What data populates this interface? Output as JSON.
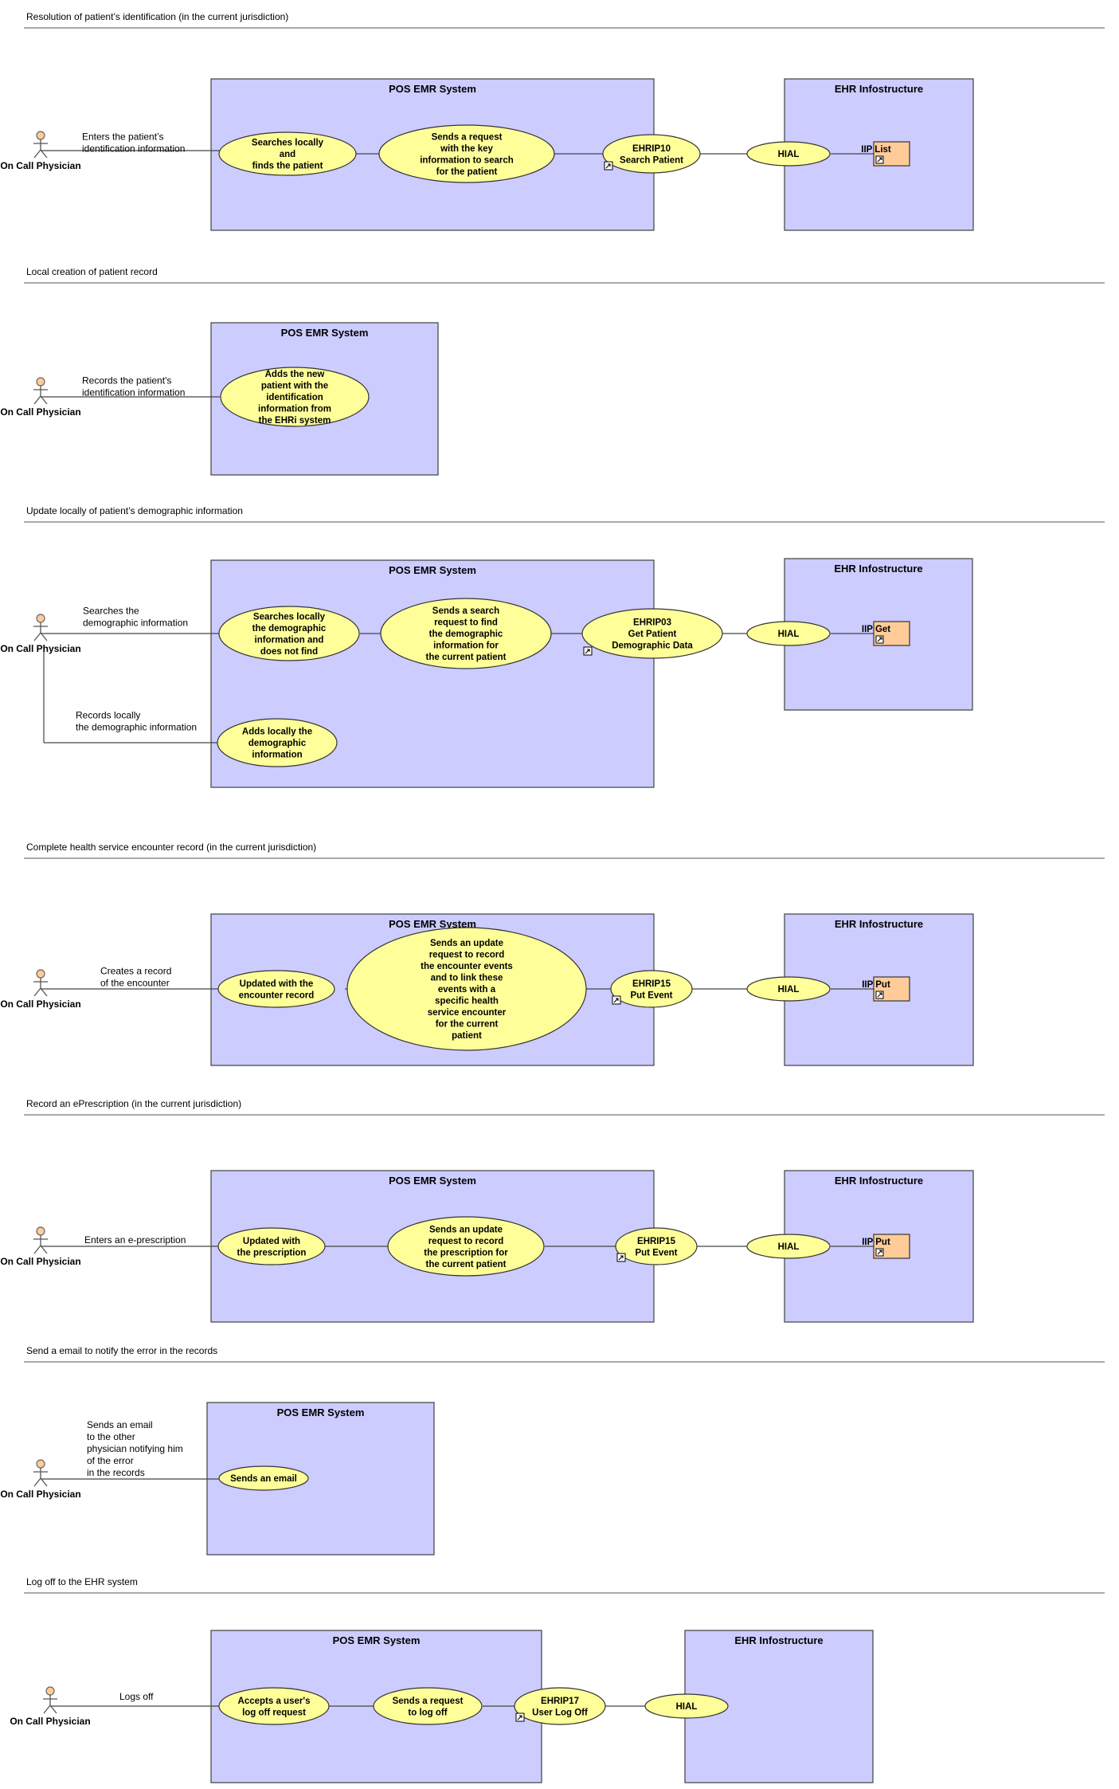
{
  "sections": [
    {
      "title": "Resolution of patient’s identification (in the current jurisdiction)",
      "actor": "On Call Physician",
      "interaction_label": [
        "Enters the patient’s",
        "identification  information"
      ],
      "pos_system": {
        "title": "POS EMR System",
        "use_cases": [
          [
            "Searches locally",
            "and",
            "finds the patient"
          ],
          [
            "Sends a request",
            "with the key",
            "information to search",
            "for the patient"
          ],
          [
            "EHRIP10",
            "Search Patient"
          ]
        ]
      },
      "ehr": {
        "title": "EHR Infostructure",
        "hial": "HIAL",
        "artifact": "IIP List"
      }
    },
    {
      "title": "Local creation of patient record",
      "actor": "On Call Physician",
      "interaction_label": [
        "Records the patient's",
        "identification  information"
      ],
      "pos_system": {
        "title": "POS EMR System",
        "use_cases": [
          [
            "Adds the new",
            "patient with the",
            "identification",
            "information from",
            "the EHRi system"
          ]
        ]
      }
    },
    {
      "title": "Update locally of patient’s demographic information",
      "actor": "On Call Physician",
      "interaction_label": [
        "Searches the",
        "demographic information"
      ],
      "interaction_label_2": [
        "Records locally",
        "the demographic information"
      ],
      "pos_system": {
        "title": "POS EMR System",
        "use_cases": [
          [
            "Searches locally",
            "the demographic",
            "information and",
            "does not find"
          ],
          [
            "Sends a search",
            "request to find",
            "the demographic",
            "information for",
            "the current patient"
          ],
          [
            "EHRIP03",
            "Get Patient",
            "Demographic Data"
          ],
          [
            "Adds locally the",
            "demographic",
            "information"
          ]
        ]
      },
      "ehr": {
        "title": "EHR Infostructure",
        "hial": "HIAL",
        "artifact": "IIP Get"
      }
    },
    {
      "title": "Complete health service encounter record (in the current jurisdiction)",
      "actor": "On Call Physician",
      "interaction_label": [
        "Creates a record",
        "of the encounter"
      ],
      "pos_system": {
        "title": "POS EMR System",
        "use_cases": [
          [
            "Updated with the",
            "encounter record"
          ],
          [
            "Sends an update",
            "request to record",
            "the encounter events",
            "and to link these",
            "events with a",
            "specific health",
            "service encounter",
            "for the current",
            "patient"
          ],
          [
            "EHRIP15",
            "Put Event"
          ]
        ]
      },
      "ehr": {
        "title": "EHR Infostructure",
        "hial": "HIAL",
        "artifact": "IIP Put"
      }
    },
    {
      "title": "Record an ePrescription (in the current jurisdiction)",
      "actor": "On Call Physician",
      "interaction_label": [
        "Enters an e-prescription"
      ],
      "pos_system": {
        "title": "POS EMR System",
        "use_cases": [
          [
            "Updated with",
            "the prescription"
          ],
          [
            "Sends an update",
            "request to record",
            "the prescription for",
            "the current patient"
          ],
          [
            "EHRIP15",
            "Put Event"
          ]
        ]
      },
      "ehr": {
        "title": "EHR Infostructure",
        "hial": "HIAL",
        "artifact": "IIP Put"
      }
    },
    {
      "title": "Send a email to notify the error in the records",
      "actor": "On Call Physician",
      "interaction_label": [
        "Sends an email",
        "to the other",
        "physician  notifying him",
        "of the error",
        "in the records"
      ],
      "pos_system": {
        "title": "POS EMR System",
        "use_cases": [
          [
            "Sends an email"
          ]
        ]
      }
    },
    {
      "title": "Log off to the EHR system",
      "actor": "On Call Physician",
      "interaction_label": [
        "Logs off"
      ],
      "pos_system": {
        "title": "POS EMR System",
        "use_cases": [
          [
            "Accepts a user's",
            "log off request"
          ],
          [
            "Sends a request",
            "to log off"
          ],
          [
            "EHRIP17",
            "User Log Off"
          ]
        ]
      },
      "ehr": {
        "title": "EHR Infostructure",
        "hial": "HIAL"
      }
    }
  ],
  "colors": {
    "system_fill": "#ccccff",
    "use_case_fill": "#ffff99",
    "artifact_fill": "#ffcc99",
    "actor_head": "#ffcc99"
  }
}
